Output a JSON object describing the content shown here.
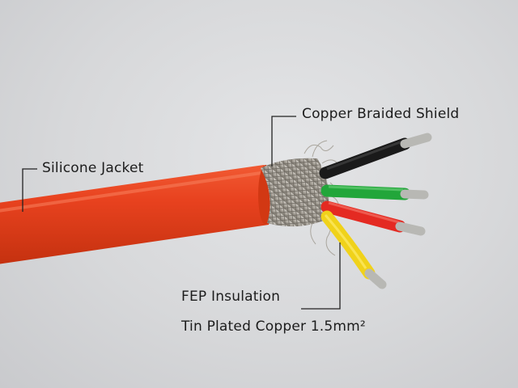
{
  "labels": {
    "shield": "Copper Braided Shield",
    "jacket": "Silicone Jacket",
    "fep": "FEP Insulation",
    "copper": "Tin Plated Copper 1.5mm²"
  },
  "colors": {
    "background": "#d9dadc",
    "jacket": "#e8421f",
    "braid": "#a9a49b",
    "wire_black": "#1a1a1a",
    "wire_green": "#22a63a",
    "wire_red": "#e42a22",
    "wire_yellow": "#f0d21a",
    "copper_strand": "#b8b8b4",
    "leader_line": "#222222"
  }
}
